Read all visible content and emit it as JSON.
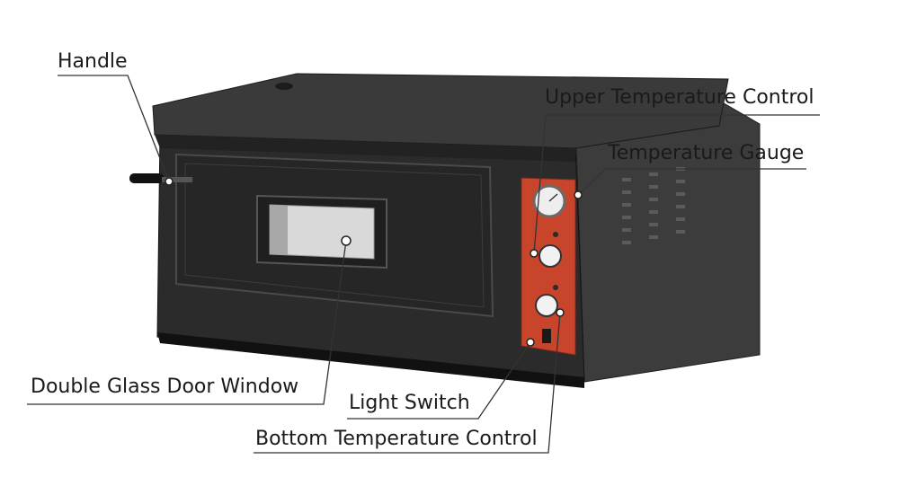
{
  "labels": {
    "handle": "Handle",
    "upper_temperature_control": "Upper Temperature Control",
    "temperature_gauge": "Temperature Gauge",
    "double_glass_door_window": "Double Glass Door Window",
    "light_switch": "Light Switch",
    "bottom_temperature_control": "Bottom Temperature Control"
  },
  "colors": {
    "oven_body": "#2b2b2b",
    "oven_top": "#3a3a3a",
    "control_panel": "#c8452b",
    "glass": "#d9d9d9",
    "leader_line": "#333333"
  }
}
